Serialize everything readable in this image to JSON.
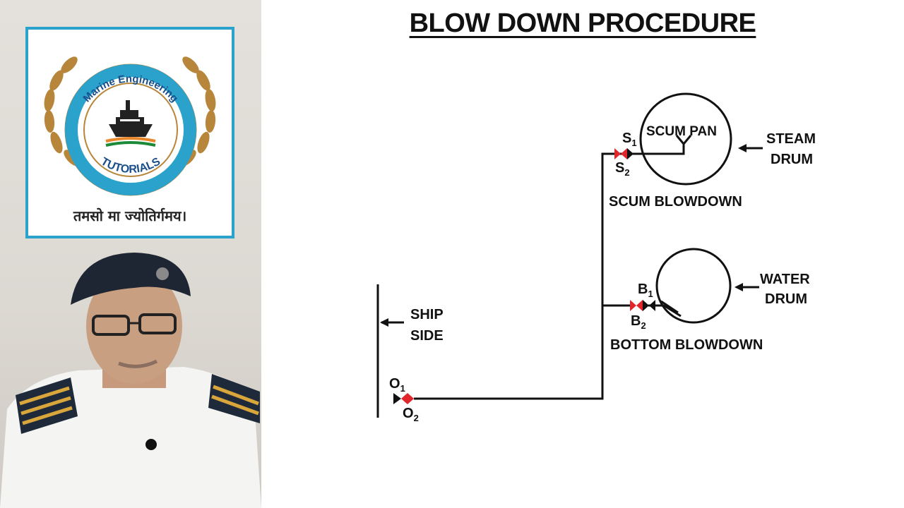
{
  "logo": {
    "arc_text": "Marine Engineering",
    "bottom_text": "TUTORIALS",
    "tagline": "तमसो मा ज्योतिर्गमय।",
    "colors": {
      "border": "#2aa2cc",
      "laurel": "#b8863a",
      "ring": "#2aa2cc"
    }
  },
  "slide": {
    "title": "BLOW DOWN PROCEDURE"
  },
  "diagram": {
    "steam_drum_label": [
      "STEAM",
      "DRUM"
    ],
    "scum_pan_label": "SCUM PAN",
    "scum_blowdown_label": "SCUM BLOWDOWN",
    "water_drum_label": [
      "WATER",
      "DRUM"
    ],
    "bottom_blowdown_label": "BOTTOM BLOWDOWN",
    "ship_side_label": [
      "SHIP",
      "SIDE"
    ],
    "valves": {
      "s1": {
        "letter": "S",
        "sub": "1"
      },
      "s2": {
        "letter": "S",
        "sub": "2"
      },
      "b1": {
        "letter": "B",
        "sub": "1"
      },
      "b2": {
        "letter": "B",
        "sub": "2"
      },
      "o1": {
        "letter": "O",
        "sub": "1"
      },
      "o2": {
        "letter": "O",
        "sub": "2"
      }
    },
    "colors": {
      "line": "#111111",
      "valve_red": "#e0262b",
      "valve_black": "#111111"
    }
  }
}
